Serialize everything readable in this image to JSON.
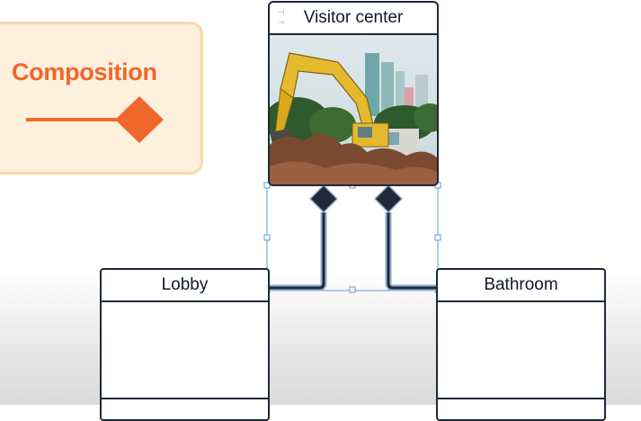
{
  "legend": {
    "title": "Composition",
    "color": "#f0672b",
    "background": "#fdf0dc"
  },
  "entities": {
    "visitor_center": {
      "label": "Visitor center",
      "header_icon": "arrows-icon",
      "image": "excavator-construction-photo"
    },
    "lobby": {
      "label": "Lobby"
    },
    "bathroom": {
      "label": "Bathroom"
    }
  },
  "relations": [
    {
      "from": "Lobby",
      "to": "Visitor center",
      "type": "composition"
    },
    {
      "from": "Bathroom",
      "to": "Visitor center",
      "type": "composition"
    }
  ],
  "colors": {
    "stroke": "#1f2937",
    "selection": "#5b9bd5"
  }
}
